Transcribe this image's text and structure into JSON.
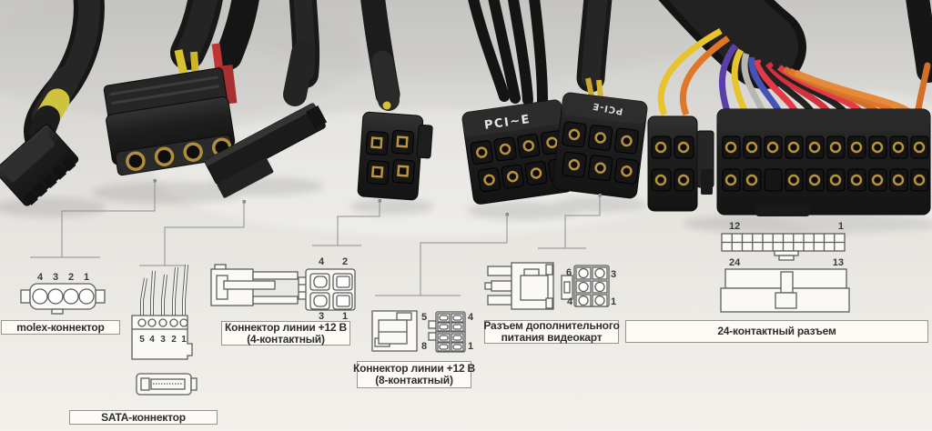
{
  "photo": {
    "pcie8_print": "PCI~E",
    "pcie6_print": "PCI-E"
  },
  "labels": {
    "molex": "molex-коннектор",
    "sata": "SATA-коннектор",
    "p12v4_l1": "Коннектор линии +12 В",
    "p12v4_l2": "(4-контактный)",
    "p12v8_l1": "Коннектор линии +12 В",
    "p12v8_l2": "(8-контактный)",
    "gpu_l1": "Разъем дополнительного",
    "gpu_l2": "питания видеокарт",
    "atx24": "24-контактный разъем"
  },
  "pins": {
    "molex": [
      "4",
      "3",
      "2",
      "1"
    ],
    "sata": [
      "5",
      "4",
      "3",
      "2",
      "1"
    ],
    "p12v4": {
      "tl": "4",
      "tr": "2",
      "bl": "3",
      "br": "1"
    },
    "p12v8": {
      "tl": "5",
      "tr": "4",
      "bl": "8",
      "br": "1"
    },
    "gpu": {
      "tl": "6",
      "tr": "3",
      "bl": "4",
      "br": "1"
    },
    "atx24": {
      "tl": "12",
      "tr": "1",
      "bl": "24",
      "br": "13"
    }
  },
  "colors": {
    "background_top": "#c7c6c2",
    "background_bottom": "#f3f1ec",
    "diagram_line": "#5d5d5d",
    "leader_line": "#8f8f8f",
    "label_border": "#97948f",
    "label_text": "#2e2d2b",
    "connector_black": "#1e1e1e",
    "pin_gold": "#b8923f",
    "band_yellow": "#d7c133",
    "wire_yellow": "#e2c22c",
    "wire_orange": "#e0762a",
    "wire_red": "#d93340",
    "wire_purple": "#5b3fa8",
    "wire_blue": "#4553b5",
    "wire_gray": "#b7b6b2",
    "wire_black": "#232220"
  }
}
